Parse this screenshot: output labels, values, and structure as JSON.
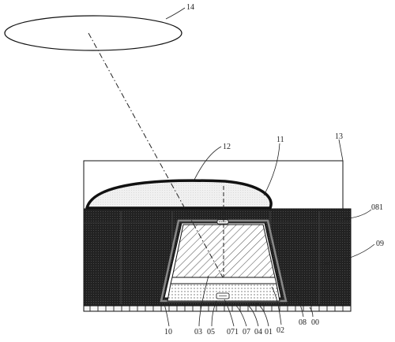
{
  "figure": {
    "colors": {
      "line": "#111111",
      "encapsulant": "#222222",
      "lens_fill": "#eeeeee",
      "chip_hatch": "#555555",
      "phosphor_dot": "#666666",
      "substrate_fill": "#f4f4f4"
    },
    "labels": {
      "l14": "14",
      "l13": "13",
      "l12": "12",
      "l11": "11",
      "l081": "081",
      "l09": "09",
      "l08": "08",
      "l00": "00",
      "l02": "02",
      "l01": "01",
      "l04": "04",
      "l07": "07",
      "l071": "071",
      "l05": "05",
      "l03": "03",
      "l10": "10"
    }
  }
}
